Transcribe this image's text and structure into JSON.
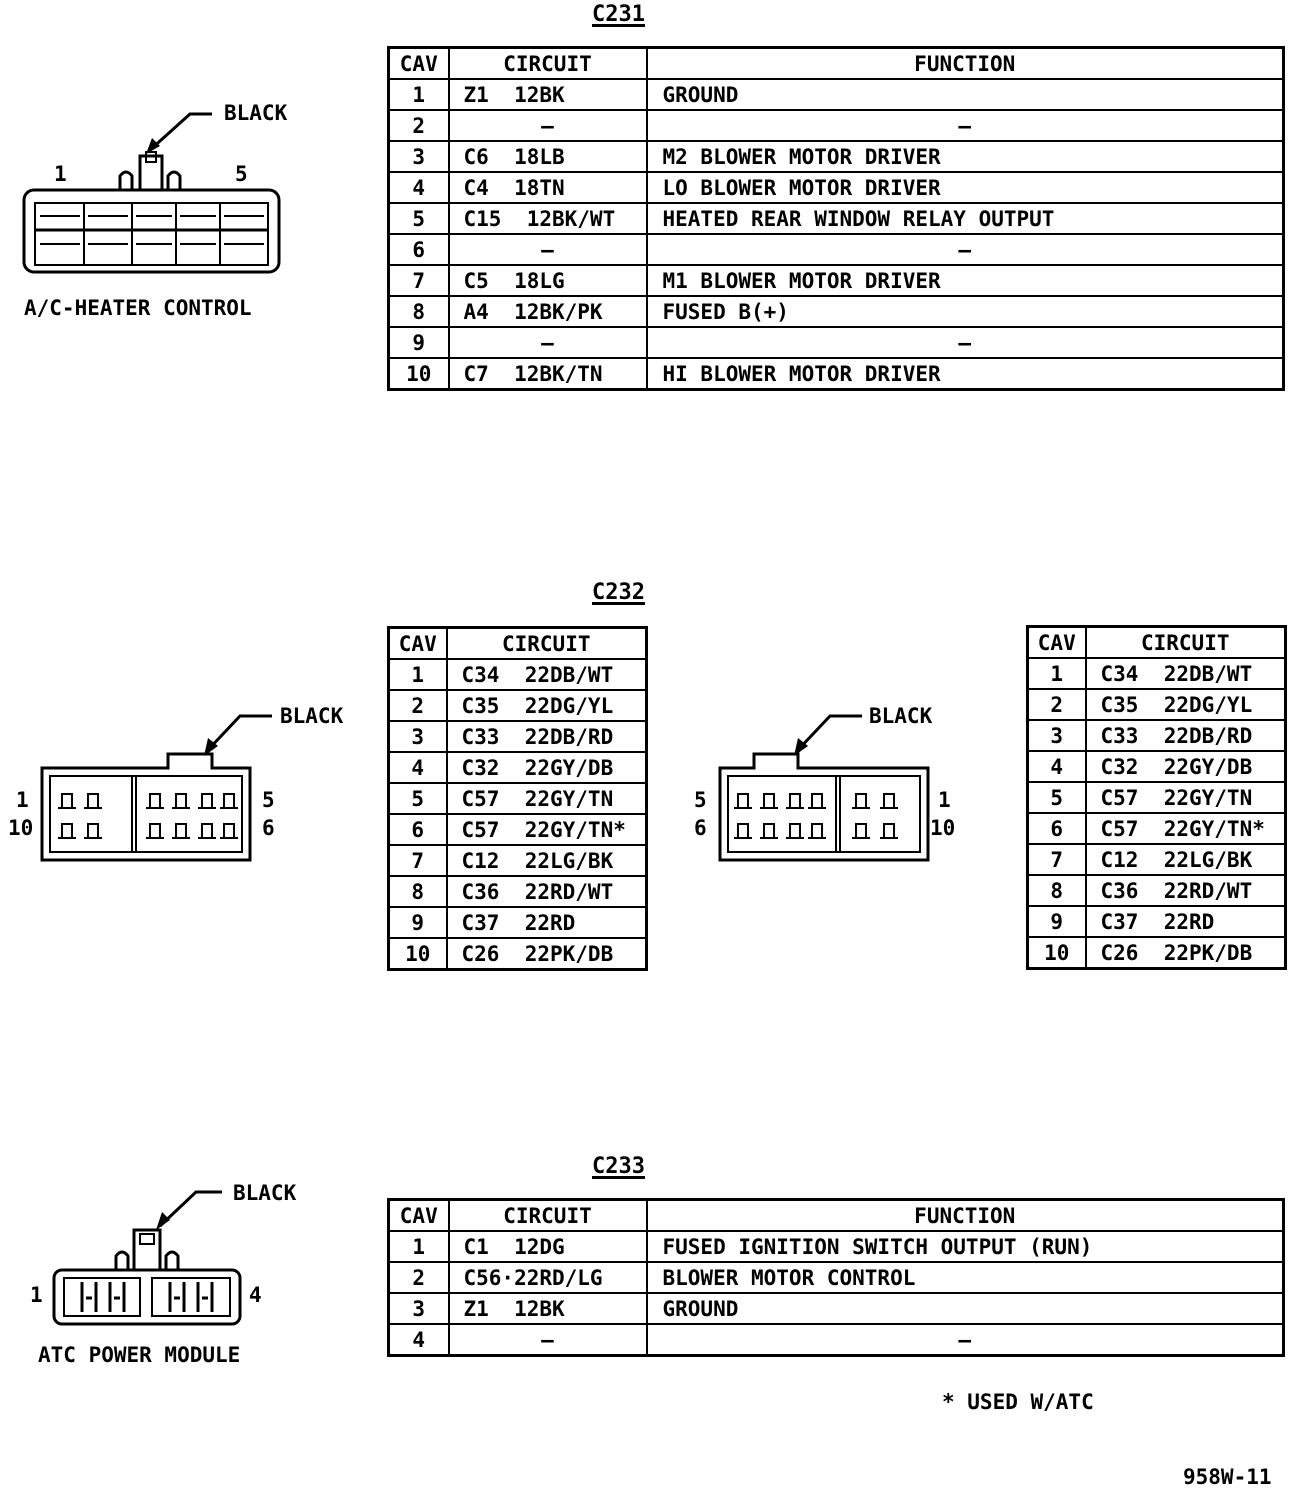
{
  "c231": {
    "title": "C231",
    "connector_label": "A/C-HEATER CONTROL",
    "color_label": "BLACK",
    "pin_left": "1",
    "pin_right": "5",
    "headers": {
      "cav": "CAV",
      "circuit": "CIRCUIT",
      "function": "FUNCTION"
    },
    "rows": [
      {
        "cav": "1",
        "circuit": "Z1  12BK",
        "function": "GROUND"
      },
      {
        "cav": "2",
        "circuit": "–",
        "function": "–"
      },
      {
        "cav": "3",
        "circuit": "C6  18LB",
        "function": "M2 BLOWER MOTOR DRIVER"
      },
      {
        "cav": "4",
        "circuit": "C4  18TN",
        "function": "LO BLOWER MOTOR DRIVER"
      },
      {
        "cav": "5",
        "circuit": "C15  12BK/WT",
        "function": "HEATED REAR WINDOW RELAY OUTPUT"
      },
      {
        "cav": "6",
        "circuit": "–",
        "function": "–"
      },
      {
        "cav": "7",
        "circuit": "C5  18LG",
        "function": "M1 BLOWER MOTOR DRIVER"
      },
      {
        "cav": "8",
        "circuit": "A4  12BK/PK",
        "function": "FUSED B(+)"
      },
      {
        "cav": "9",
        "circuit": "–",
        "function": "–"
      },
      {
        "cav": "10",
        "circuit": "C7  12BK/TN",
        "function": "HI BLOWER MOTOR DRIVER"
      }
    ]
  },
  "c232": {
    "title": "C232",
    "color_label_left": "BLACK",
    "color_label_right": "BLACK",
    "left_pins": {
      "top_left": "1",
      "bottom_left": "10",
      "top_right": "5",
      "bottom_right": "6"
    },
    "right_pins": {
      "top_left": "5",
      "bottom_left": "6",
      "top_right": "1",
      "bottom_right": "10"
    },
    "headers": {
      "cav": "CAV",
      "circuit": "CIRCUIT"
    },
    "rows": [
      {
        "cav": "1",
        "circuit": "C34  22DB/WT"
      },
      {
        "cav": "2",
        "circuit": "C35  22DG/YL"
      },
      {
        "cav": "3",
        "circuit": "C33  22DB/RD"
      },
      {
        "cav": "4",
        "circuit": "C32  22GY/DB"
      },
      {
        "cav": "5",
        "circuit": "C57  22GY/TN"
      },
      {
        "cav": "6",
        "circuit": "C57  22GY/TN*"
      },
      {
        "cav": "7",
        "circuit": "C12  22LG/BK"
      },
      {
        "cav": "8",
        "circuit": "C36  22RD/WT"
      },
      {
        "cav": "9",
        "circuit": "C37  22RD"
      },
      {
        "cav": "10",
        "circuit": "C26  22PK/DB"
      }
    ]
  },
  "c233": {
    "title": "C233",
    "connector_label": "ATC POWER MODULE",
    "color_label": "BLACK",
    "pin_left": "1",
    "pin_right": "4",
    "headers": {
      "cav": "CAV",
      "circuit": "CIRCUIT",
      "function": "FUNCTION"
    },
    "rows": [
      {
        "cav": "1",
        "circuit": "C1  12DG",
        "function": "FUSED IGNITION SWITCH OUTPUT (RUN)"
      },
      {
        "cav": "2",
        "circuit": "C56·22RD/LG",
        "function": "BLOWER MOTOR CONTROL"
      },
      {
        "cav": "3",
        "circuit": "Z1  12BK",
        "function": "GROUND"
      },
      {
        "cav": "4",
        "circuit": "–",
        "function": "–"
      }
    ]
  },
  "footnote": "*  USED W/ATC",
  "figure_id": "958W-11"
}
